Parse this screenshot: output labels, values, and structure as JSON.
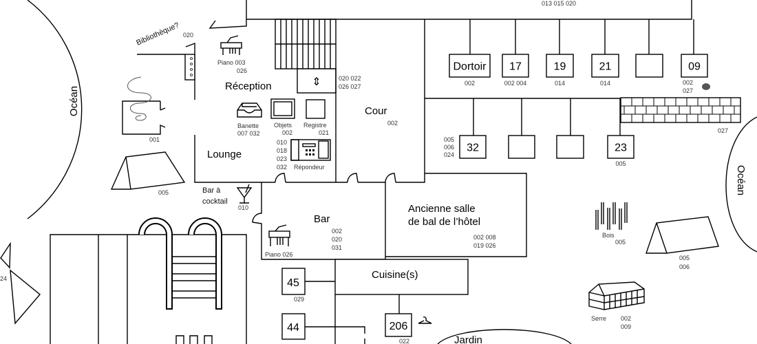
{
  "top_codes": "013 015 020",
  "library": {
    "label": "Bibliothèque?",
    "code": "020"
  },
  "ocean_left": "Océan",
  "ocean_right": "Océan",
  "spiral_code": "001",
  "tent_left_code": "005",
  "left_partial": "24",
  "reception": {
    "label": "Réception",
    "piano": "Piano 003",
    "piano_code2": "026",
    "banette": "Banette",
    "banette_codes": "007 032",
    "objets": "Objets",
    "objets_code": "002",
    "registre": "Registre",
    "registre_code": "021",
    "phone_codes": [
      "010",
      "018",
      "023",
      "032"
    ],
    "repondeur": "Répondeur"
  },
  "elevator_codes": [
    "020 022",
    "026 027"
  ],
  "lounge": "Lounge",
  "cour": {
    "label": "Cour",
    "code": "002"
  },
  "cocktail": {
    "line1": "Bar à",
    "line2": "cocktail",
    "code": "010"
  },
  "bar": {
    "label": "Bar",
    "codes": [
      "002",
      "020",
      "031"
    ],
    "piano": "Piano 026"
  },
  "ballroom": {
    "line1": "Ancienne salle",
    "line2": "de bal de l’hôtel",
    "codes": [
      "002 008",
      "019 026"
    ]
  },
  "cuisine": "Cuisine(s)",
  "rooms_upper": [
    {
      "label": "Dortoir",
      "codes": [
        "002"
      ]
    },
    {
      "label": "17",
      "codes": [
        "002 004"
      ]
    },
    {
      "label": "19",
      "codes": [
        "014"
      ]
    },
    {
      "label": "21",
      "codes": [
        "014"
      ]
    },
    {
      "label": "",
      "codes": []
    },
    {
      "label": "09",
      "codes": [
        "002",
        "027"
      ]
    }
  ],
  "rooms_lower": [
    {
      "label": "32",
      "codes": [
        "005",
        "006",
        "024"
      ]
    },
    {
      "label": "",
      "codes": []
    },
    {
      "label": "",
      "codes": []
    },
    {
      "label": "23",
      "codes": [
        "005"
      ]
    }
  ],
  "wall_code": "027",
  "room45": {
    "label": "45",
    "code": "029"
  },
  "room44": {
    "label": "44"
  },
  "room206": {
    "label": "206",
    "code": "022"
  },
  "jardin": "Jardin",
  "bois": {
    "label": "Bois",
    "code": "005"
  },
  "tent_right_codes": [
    "005",
    "006"
  ],
  "serre": {
    "label": "Serre",
    "codes": [
      "002",
      "009"
    ]
  }
}
